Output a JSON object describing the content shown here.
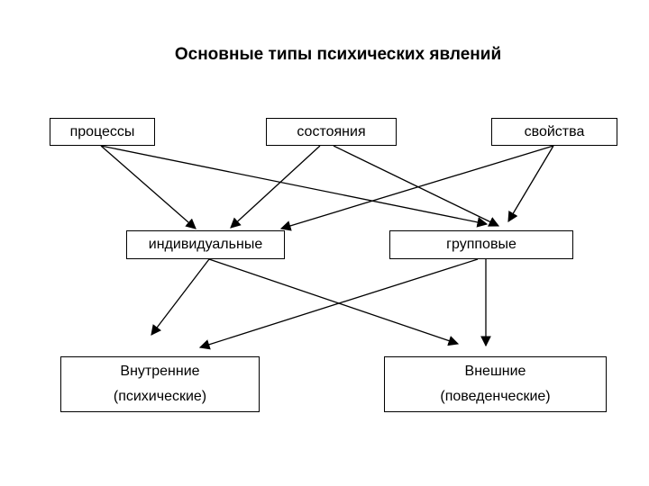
{
  "title": "Основные типы психических явлений",
  "top_row": {
    "processes": "процессы",
    "states": "состояния",
    "properties": "свойства"
  },
  "middle_row": {
    "individual": "индивидуальные",
    "group": "групповые"
  },
  "bottom_row": {
    "internal": {
      "label": "Внутренние",
      "sub": "(психические)"
    },
    "external": {
      "label": "Внешние",
      "sub": "(поведенческие)"
    }
  }
}
